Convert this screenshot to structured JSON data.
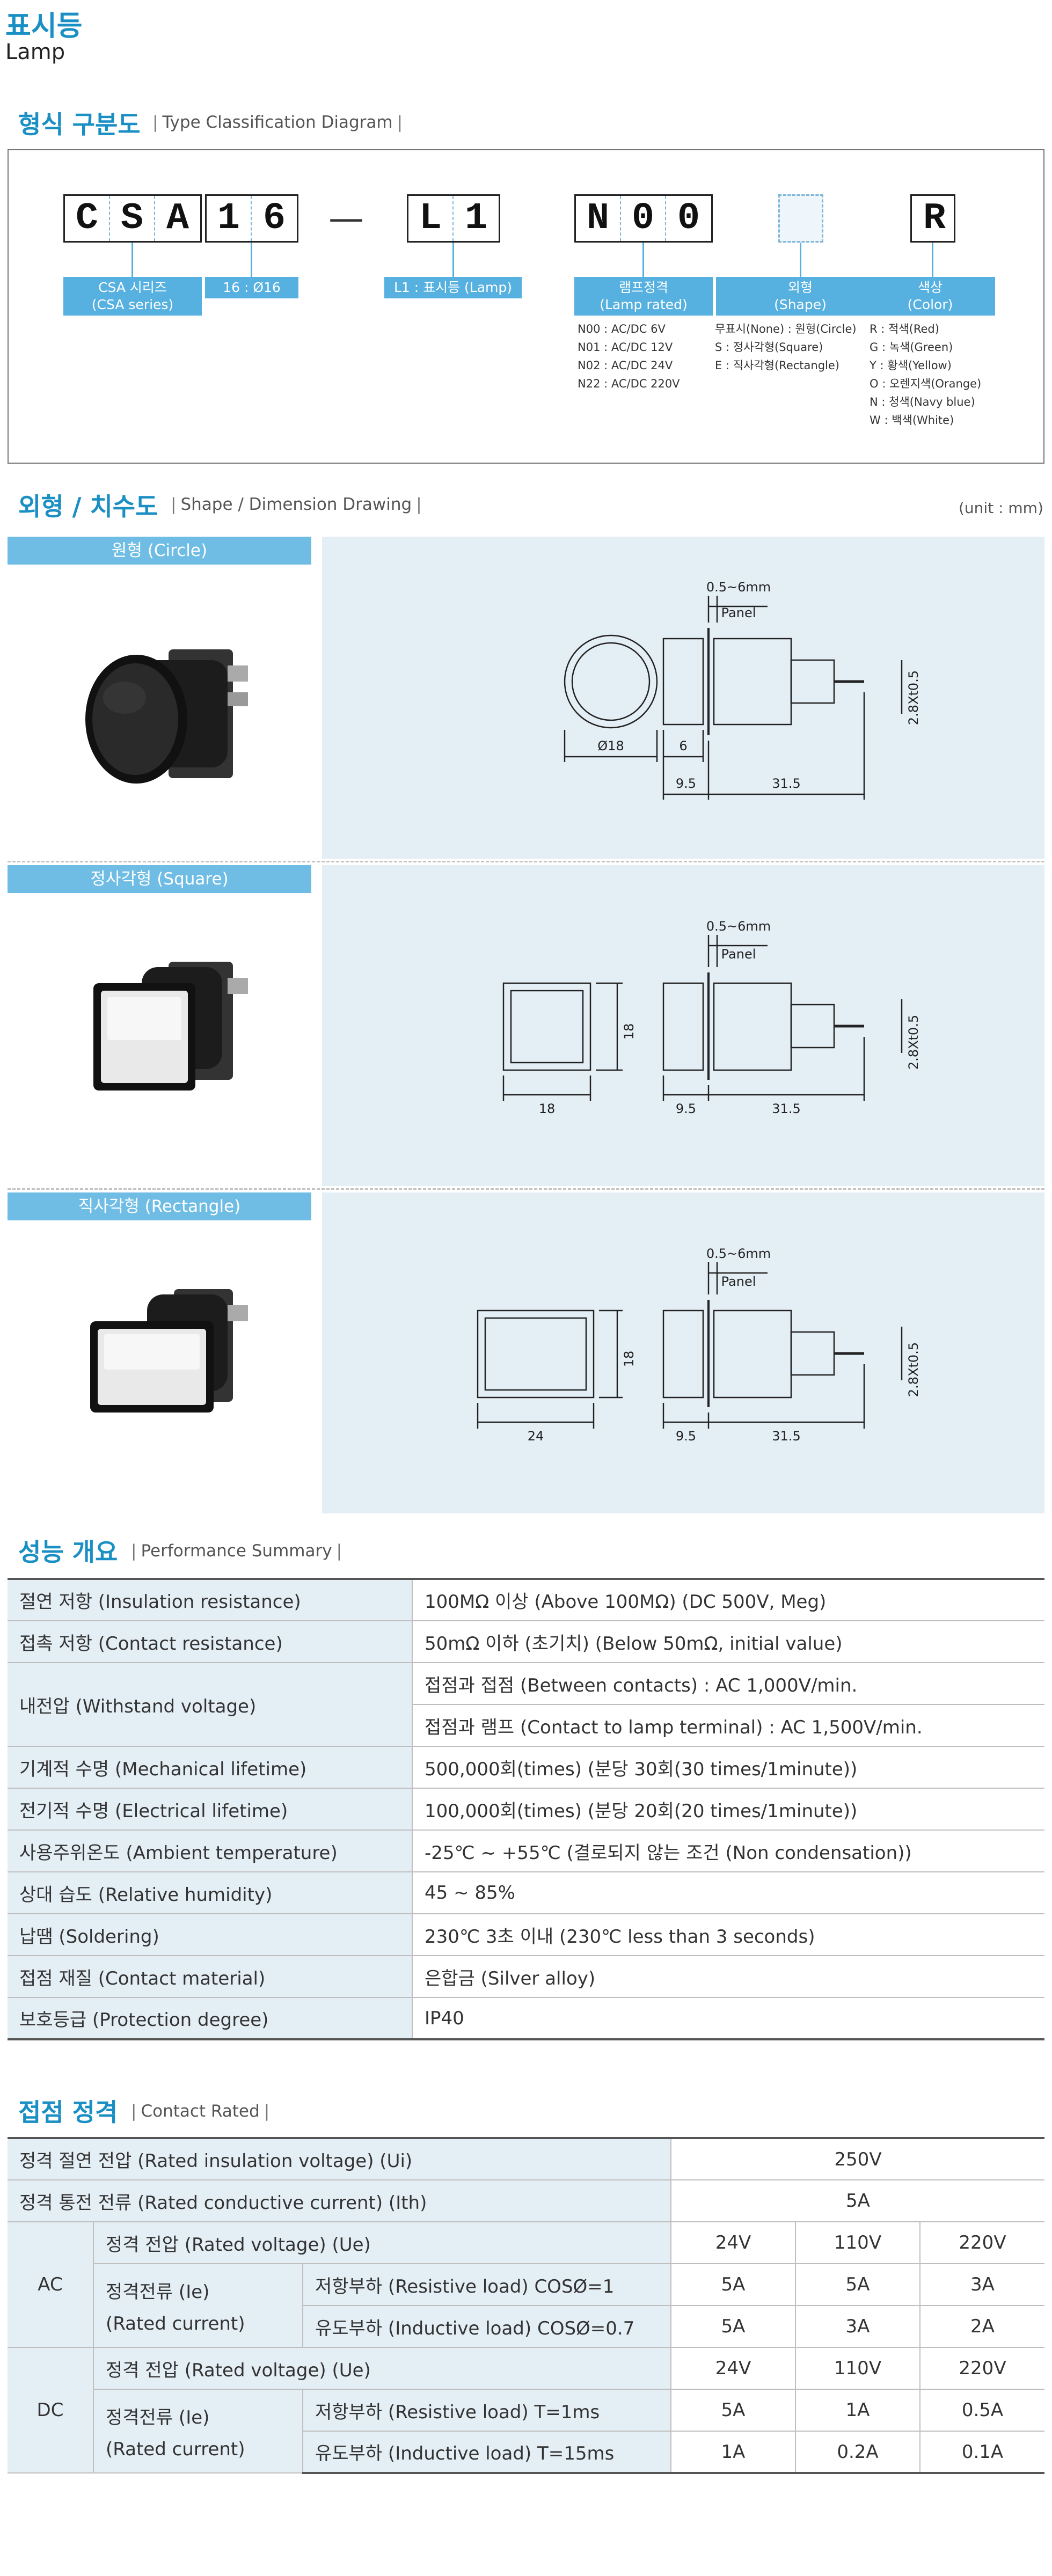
{
  "header": {
    "title": "표시등",
    "subtitle": "Lamp"
  },
  "classification": {
    "title": "형식 구분도",
    "subtitle": "Type Classification Diagram",
    "code_series": [
      "C",
      "S",
      "A"
    ],
    "code_size": [
      "1",
      "6"
    ],
    "code_dash": "—",
    "code_type": [
      "L",
      "1"
    ],
    "code_rating": [
      "N",
      "0",
      "0"
    ],
    "code_color": "R",
    "tags": {
      "series": [
        "CSA 시리즈",
        "(CSA series)"
      ],
      "size": "16 : Ø16",
      "type": "L1 : 표시등 (Lamp)",
      "rating": [
        "램프정격",
        "(Lamp rated)"
      ],
      "shape": [
        "외형",
        "(Shape)"
      ],
      "color": [
        "색상",
        "(Color)"
      ]
    },
    "rating_items": [
      "N00 : AC/DC 6V",
      "N01 : AC/DC 12V",
      "N02 : AC/DC 24V",
      "N22 : AC/DC 220V"
    ],
    "shape_items": [
      "무표시(None) : 원형(Circle)",
      "S : 정사각형(Square)",
      "E : 직사각형(Rectangle)"
    ],
    "color_items": [
      "R : 적색(Red)",
      "G : 녹색(Green)",
      "Y : 황색(Yellow)",
      "O : 오렌지색(Orange)",
      "N : 청색(Navy blue)",
      "W : 백색(White)"
    ]
  },
  "dimension": {
    "title": "외형 / 치수도",
    "subtitle": "Shape / Dimension Drawing",
    "unit": "(unit : mm)",
    "panel_label": "Panel",
    "panel_range": "0.5~6mm",
    "terminal": "2.8Xt0.5",
    "depth_front": "9.5",
    "depth_body": "31.5",
    "shapes": [
      {
        "name": "원형 (Circle)",
        "width": "Ø18",
        "flange": "6"
      },
      {
        "name": "정사각형 (Square)",
        "width": "18",
        "height": "18"
      },
      {
        "name": "직사각형 (Rectangle)",
        "width": "24",
        "height": "18"
      }
    ]
  },
  "performance": {
    "title": "성능 개요",
    "subtitle": "Performance Summary",
    "rows": [
      {
        "label": "절연 저항 (Insulation resistance)",
        "value": "100MΩ 이상 (Above 100MΩ) (DC 500V, Meg)"
      },
      {
        "label": "접촉 저항 (Contact resistance)",
        "value": "50mΩ 이하 (초기치) (Below 50mΩ, initial value)"
      },
      {
        "label": "내전압 (Withstand voltage)",
        "value": "접점과 접점 (Between contacts) : AC 1,000V/min.",
        "value2": "접점과 램프 (Contact to lamp terminal) : AC 1,500V/min."
      },
      {
        "label": "기계적 수명 (Mechanical lifetime)",
        "value": "500,000회(times) (분당 30회(30 times/1minute))"
      },
      {
        "label": "전기적 수명 (Electrical lifetime)",
        "value": "100,000회(times) (분당 20회(20 times/1minute))"
      },
      {
        "label": "사용주위온도 (Ambient temperature)",
        "value": "-25℃ ~ +55℃ (결로되지 않는 조건 (Non condensation))"
      },
      {
        "label": "상대 습도 (Relative humidity)",
        "value": "45 ~ 85%"
      },
      {
        "label": "납땜 (Soldering)",
        "value": "230℃ 3초 이내 (230℃ less than 3 seconds)"
      },
      {
        "label": "접점 재질 (Contact material)",
        "value": "은합금 (Silver alloy)"
      },
      {
        "label": "보호등급 (Protection degree)",
        "value": "IP40"
      }
    ]
  },
  "contact": {
    "title": "접점 정격",
    "subtitle": "Contact Rated",
    "insulation_label": "정격 절연 전압 (Rated insulation voltage) (Ui)",
    "insulation_value": "250V",
    "conductive_label": "정격 통전 전류 (Rated conductive current) (Ith)",
    "conductive_value": "5A",
    "groups": [
      {
        "name": "AC",
        "voltage_label": "정격 전압 (Rated voltage) (Ue)",
        "voltages": [
          "24V",
          "110V",
          "220V"
        ],
        "current_label": [
          "정격전류 (Ie)",
          "(Rated current)"
        ],
        "loads": [
          {
            "label": "저항부하 (Resistive load) COSØ=1",
            "values": [
              "5A",
              "5A",
              "3A"
            ]
          },
          {
            "label": "유도부하 (Inductive load) COSØ=0.7",
            "values": [
              "5A",
              "3A",
              "2A"
            ]
          }
        ]
      },
      {
        "name": "DC",
        "voltage_label": "정격 전압 (Rated voltage) (Ue)",
        "voltages": [
          "24V",
          "110V",
          "220V"
        ],
        "current_label": [
          "정격전류 (Ie)",
          "(Rated current)"
        ],
        "loads": [
          {
            "label": "저항부하 (Resistive load) T=1ms",
            "values": [
              "5A",
              "1A",
              "0.5A"
            ]
          },
          {
            "label": "유도부하 (Inductive load) T=15ms",
            "values": [
              "1A",
              "0.2A",
              "0.1A"
            ]
          }
        ]
      }
    ]
  }
}
